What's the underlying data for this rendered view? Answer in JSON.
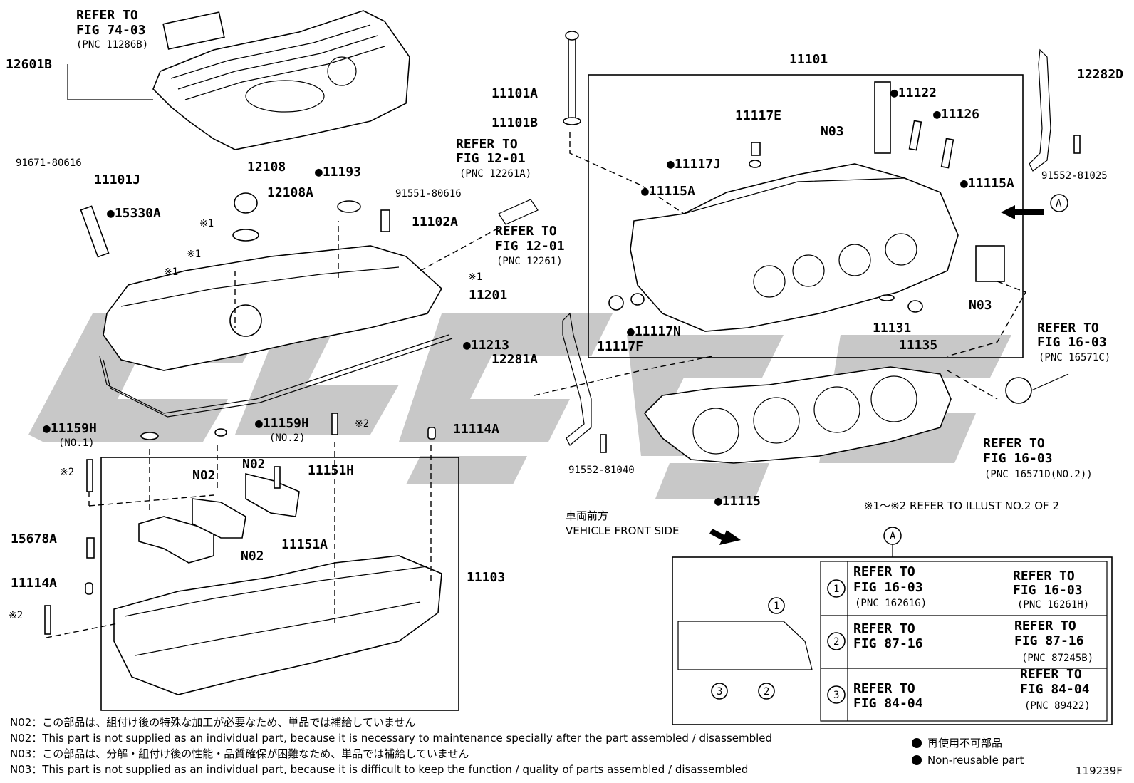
{
  "labels": {
    "p12601B": "12601B",
    "ref_74_03_a": "REFER TO",
    "ref_74_03_b": "FIG 74-03",
    "ref_74_03_c": "(PNC 11286B)",
    "p91671": "91671-80616",
    "p11101J": "11101J",
    "p15330A": "●15330A",
    "p12108": "12108",
    "p12108A": "12108A",
    "p11193": "●11193",
    "p91551": "91551-80616",
    "p11102A": "11102A",
    "x1a": "※1",
    "x1b": "※1",
    "x1c": "※1",
    "x1d": "※1",
    "p11201": "11201",
    "p11213": "●11213",
    "p11101A": "11101A",
    "p11101B": "11101B",
    "ref_12_01_top_a": "REFER TO",
    "ref_12_01_top_b": "FIG 12-01",
    "ref_12_01_top_c": "(PNC 12261A)",
    "ref_12_01_bot_a": "REFER TO",
    "ref_12_01_bot_b": "FIG 12-01",
    "ref_12_01_bot_c": "(PNC 12261)",
    "p11101": "11101",
    "p11122": "●11122",
    "p11126": "●11126",
    "p11117E": "11117E",
    "pN03a": "N03",
    "p11117J": "●11117J",
    "p11115A_l": "●11115A",
    "p11115A_r": "●11115A",
    "p12282D": "12282D",
    "p91552_81025": "91552-81025",
    "circA": "A",
    "pN03b": "N03",
    "p11131": "11131",
    "p11135": "11135",
    "p11117N": "●11117N",
    "p11117F": "11117F",
    "p12281A": "12281A",
    "ref_16_03_r_a": "REFER TO",
    "ref_16_03_r_b": "FIG 16-03",
    "ref_16_03_r_c": "(PNC 16571C)",
    "ref_16_03_d_a": "REFER TO",
    "ref_16_03_d_b": "FIG 16-03",
    "ref_16_03_d_c": "(PNC 16571D(NO.2))",
    "p91552_81040": "91552-81040",
    "p11115": "●11115",
    "p11159H_1": "●11159H",
    "p11159H_1s": "(NO.1)",
    "p11159H_2": "●11159H",
    "p11159H_2s": "(NO.2)",
    "x2a": "※2",
    "p11114A_top": "11114A",
    "x2b": "※2",
    "pN02a": "N02",
    "pN02b": "N02",
    "p11151H": "11151H",
    "p15678A": "15678A",
    "pN02c": "N02",
    "p11151A": "11151A",
    "p11114A_left": "11114A",
    "p11103": "11103",
    "x2c": "※2",
    "refer_illust": "※1～※2  REFER TO ILLUST NO.2 OF 2",
    "front_jp": "車両前方",
    "front_en": "VEHICLE FRONT SIDE",
    "circA2": "A"
  },
  "detail_table": {
    "rows": [
      {
        "num": "1",
        "left_a": "REFER TO",
        "left_b": "FIG 16-03",
        "left_c": "(PNC 16261G)",
        "right_a": "REFER TO",
        "right_b": "FIG 16-03",
        "right_c": "(PNC 16261H)"
      },
      {
        "num": "2",
        "left_a": "REFER TO",
        "left_b": "FIG 87-16",
        "left_c": "",
        "right_a": "REFER TO",
        "right_b": "FIG 87-16",
        "right_c": "(PNC 87245B)"
      },
      {
        "num": "3",
        "left_a": "REFER TO",
        "left_b": "FIG 84-04",
        "left_c": "",
        "right_a": "REFER TO",
        "right_b": "FIG 84-04",
        "right_c": "(PNC 89422)"
      }
    ],
    "callouts": [
      "1",
      "2",
      "3"
    ]
  },
  "notes": [
    "N02：この部品は、組付け後の特殊な加工が必要なため、単品では補給していません",
    "N02：This part is not supplied as an individual part, because it is necessary to maintenance specially after the part assembled / disassembled",
    "N03：この部品は、分解・組付け後の性能・品質確保が困難なため、単品では補給していません",
    "N03：This part is not supplied as an individual part, because it is difficult to keep the function / quality of parts  assembled / disassembled"
  ],
  "legend": {
    "jp": "再使用不可部品",
    "en": "Non-reusable part"
  },
  "figure_id": "119239F"
}
